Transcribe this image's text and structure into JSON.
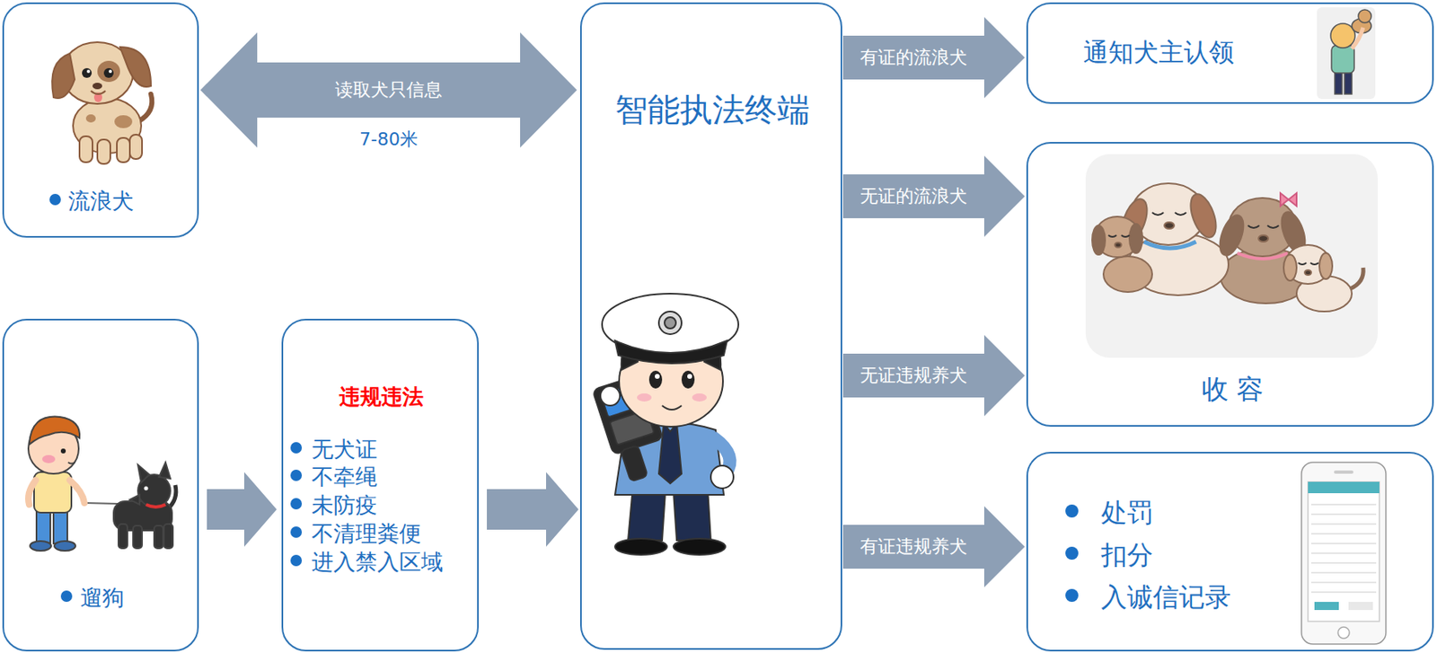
{
  "diagram": {
    "nodes": [
      {
        "text": [
          "流浪犬"
        ]
      },
      {
        "text": [
          "智能执法终端"
        ]
      },
      {
        "text": [
          "通知犬主认领"
        ]
      },
      {
        "text": [
          "收 容"
        ]
      },
      {
        "text": [
          "遛狗"
        ]
      },
      {
        "text": [
          "违规违法",
          "无犬证",
          "不牵绳",
          "未防疫",
          "不清理粪便",
          "进入禁入区域"
        ]
      },
      {
        "text": [
          "处罚",
          "扣分",
          "入诚信记录"
        ]
      }
    ],
    "edges": [
      {
        "from": 0,
        "to": 1,
        "arrow": "both",
        "label": "读取犬只信息"
      },
      {
        "from": 1,
        "to": 2,
        "arrow": "to",
        "label": "有证的流浪犬"
      },
      {
        "from": 1,
        "to": 3,
        "arrow": "to",
        "label": "无证的流浪犬"
      },
      {
        "from": 1,
        "to": 3,
        "arrow": "to",
        "label": "无证违规养犬"
      },
      {
        "from": 1,
        "to": 6,
        "arrow": "to",
        "label": "有证违规养犬"
      },
      {
        "from": 4,
        "to": 5,
        "arrow": "to"
      },
      {
        "from": 5,
        "to": 1,
        "arrow": "to"
      }
    ],
    "labels": [
      "7-80米"
    ]
  }
}
